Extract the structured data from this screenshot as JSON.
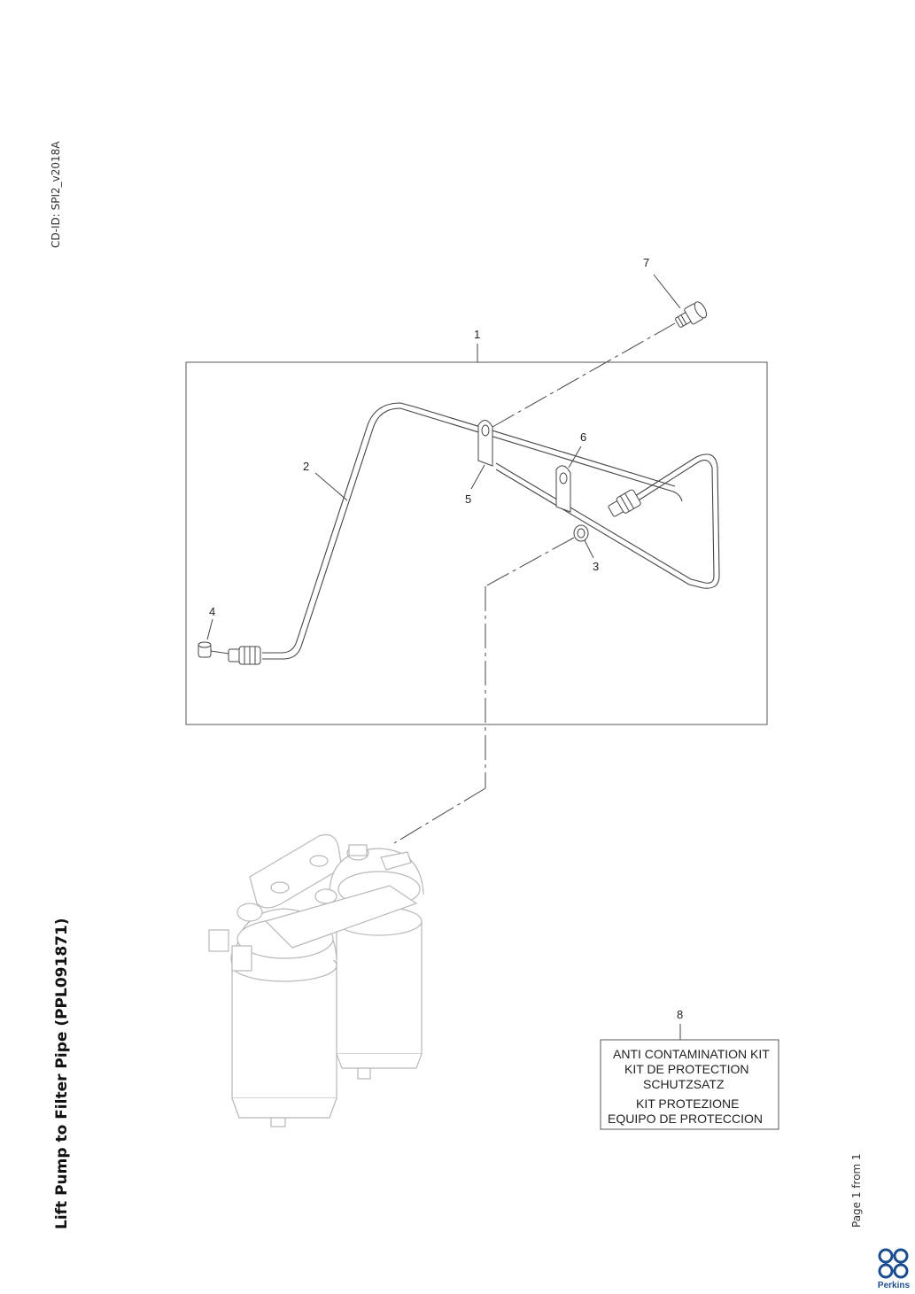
{
  "document": {
    "cd_id": "CD-ID: SPI2_v2018A",
    "title": "Lift Pump to Filter Pipe (PPL091871)",
    "page_info": "Page 1 from 1",
    "logo_text": "Perkins"
  },
  "callouts": {
    "c1": "1",
    "c2": "2",
    "c3": "3",
    "c4": "4",
    "c5": "5",
    "c6": "6",
    "c7": "7",
    "c8": "8"
  },
  "kit_box": {
    "line1": "ANTI CONTAMINATION KIT",
    "line2": "KIT DE PROTECTION",
    "line3": "SCHUTZSATZ",
    "line4": "KIT PROTEZIONE",
    "line5": "EQUIPO DE PROTECCION"
  },
  "colors": {
    "line": "#444444",
    "ghost": "#b8b8b8",
    "logo": "#1a4d8f"
  }
}
